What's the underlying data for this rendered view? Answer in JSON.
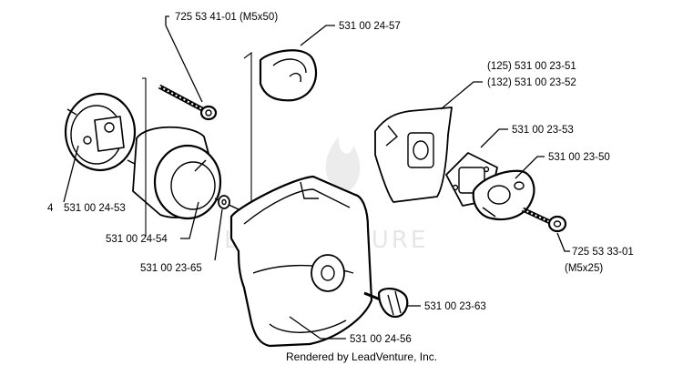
{
  "watermark": {
    "brand": "LEADVENTURE"
  },
  "footer": {
    "credit": "Rendered by LeadVenture, Inc."
  },
  "labels": {
    "screw_top": "725 53 41-01 (M5x50)",
    "cap": "531 00 24-57",
    "gasket_125": "(125) 531 00 23-51",
    "gasket_132": "(132) 531 00 23-52",
    "plate": "531 00 23-53",
    "adapter": "531 00 23-50",
    "screw_right_1": "725 53 33-01",
    "screw_right_2": "(M5x25)",
    "holder": "531 00 24-53",
    "filter": "531 00 24-54",
    "washer": "531 00 23-65",
    "knob": "531 00 23-63",
    "cover": "531 00 24-56"
  },
  "stray_mark": "4"
}
